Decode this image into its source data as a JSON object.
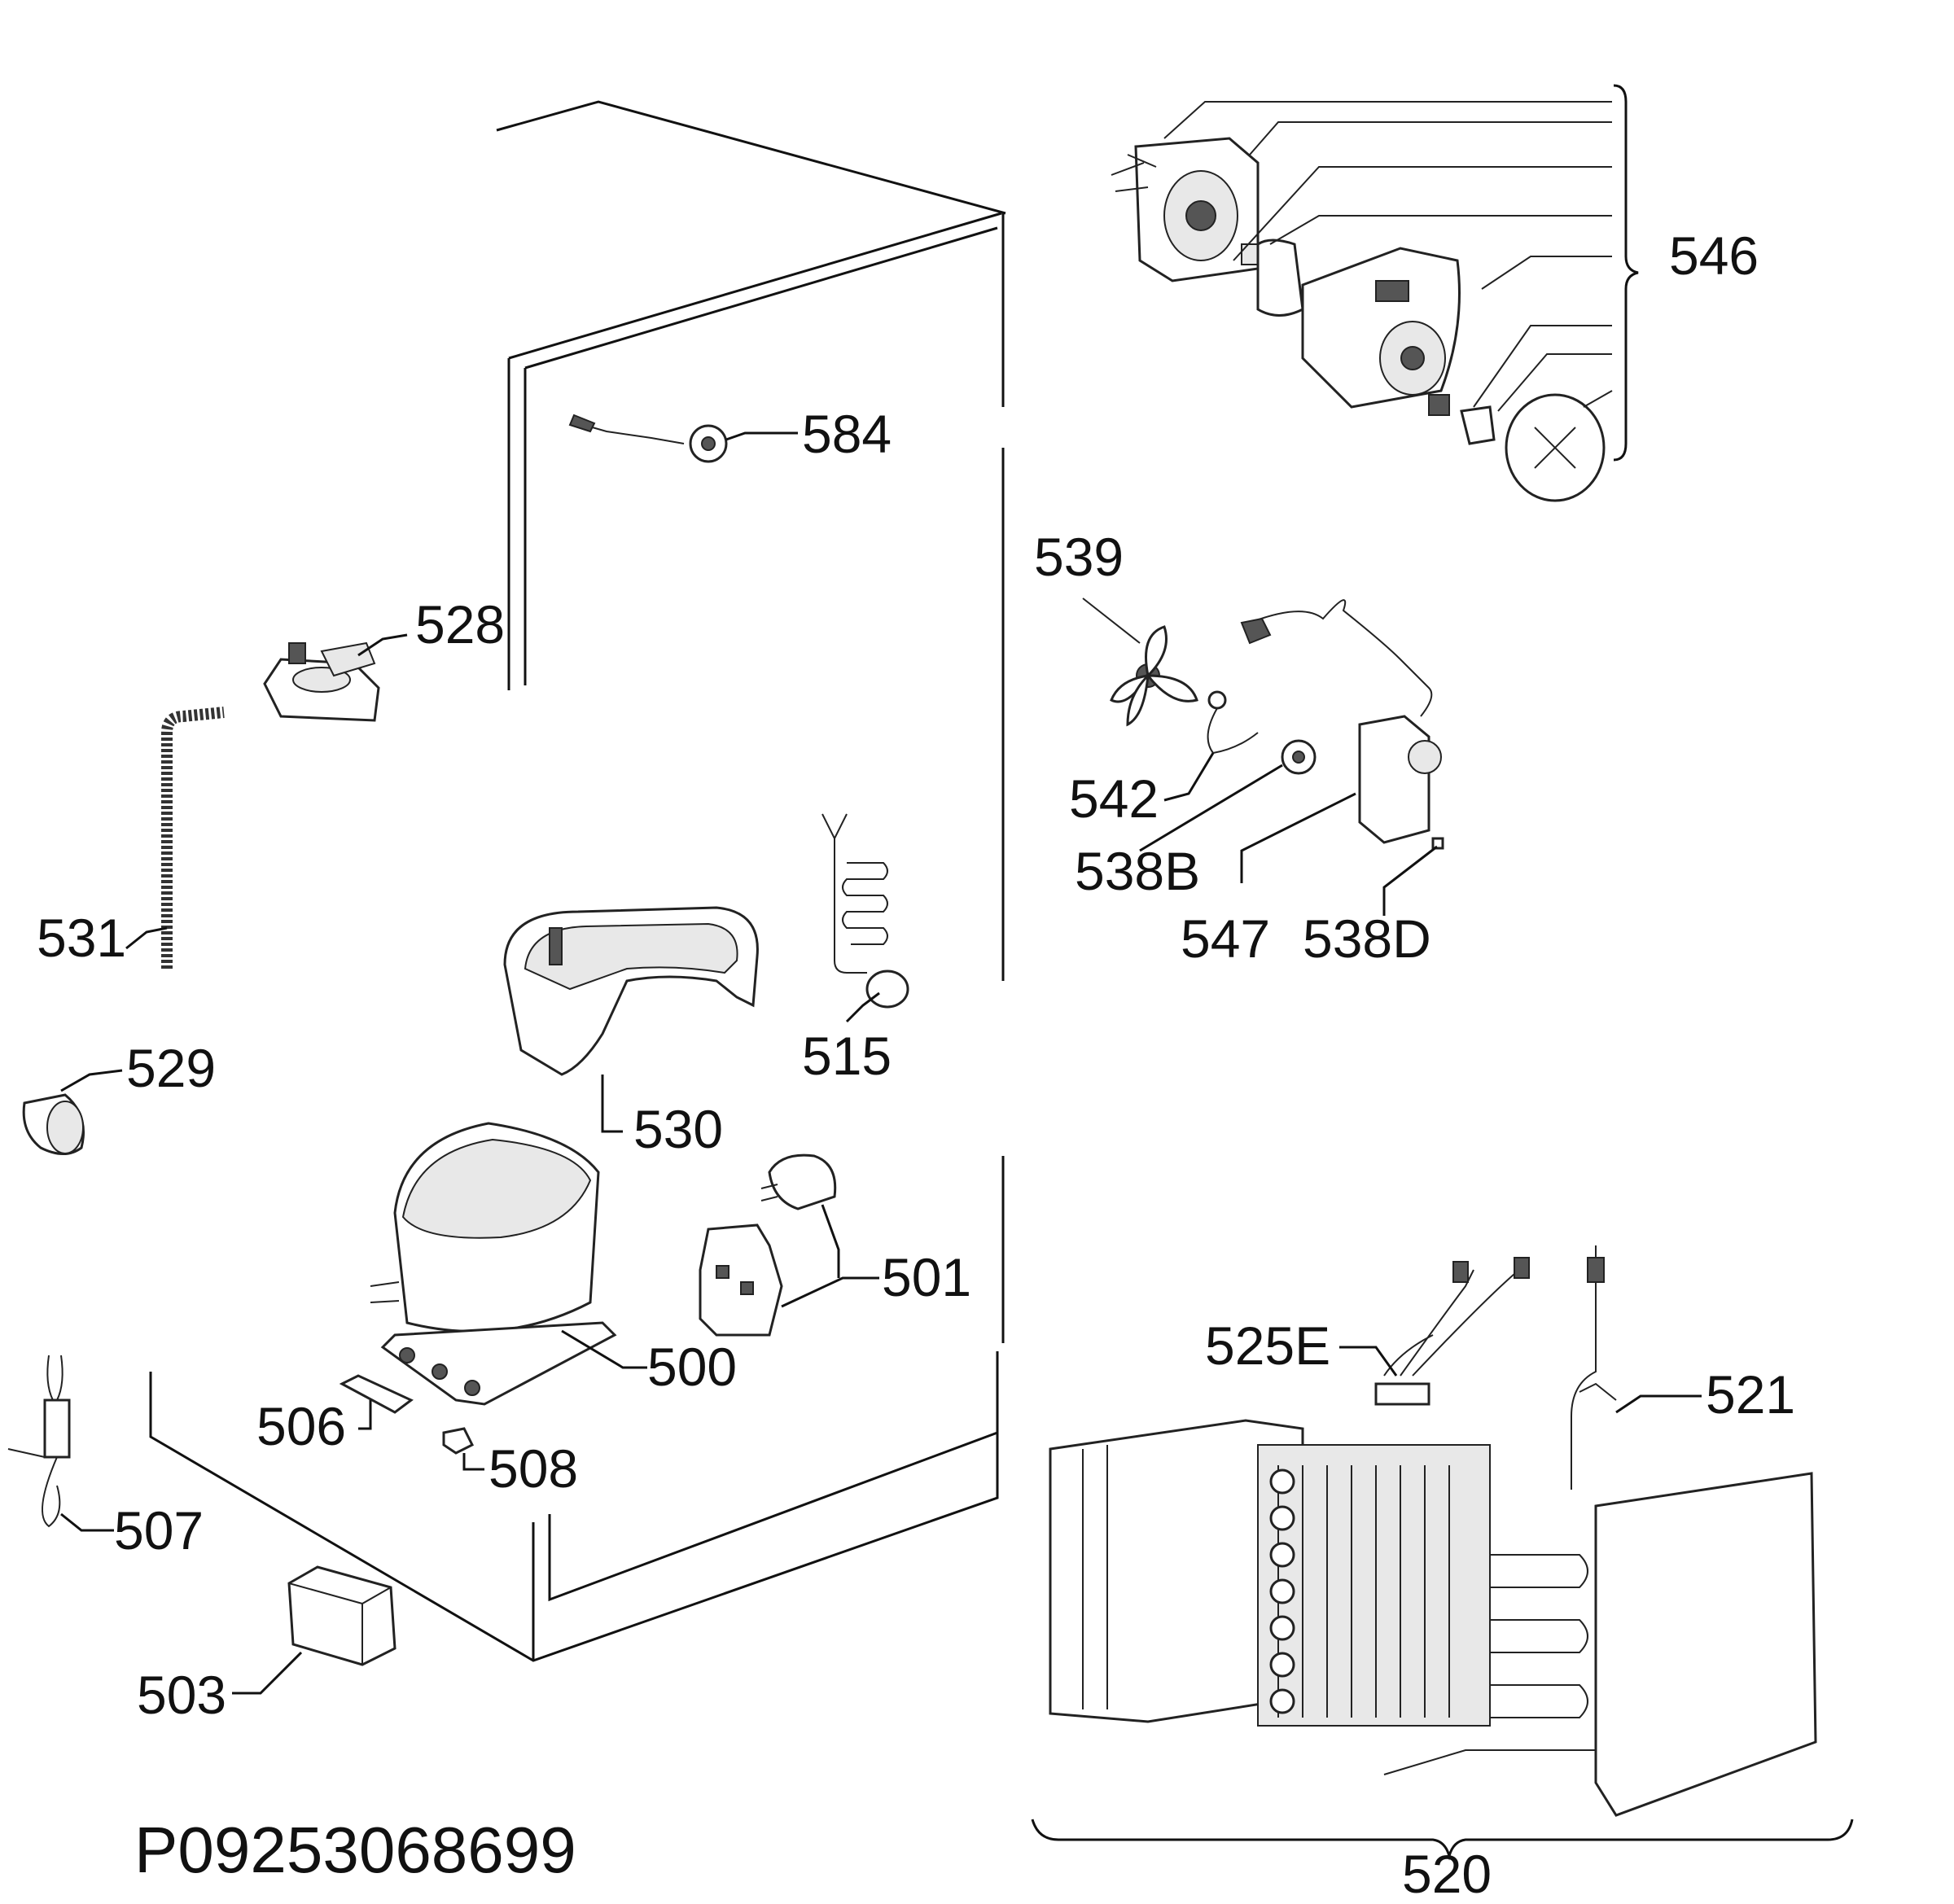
{
  "labels": {
    "l546": "546",
    "l584": "584",
    "l539": "539",
    "l528": "528",
    "l531": "531",
    "l542": "542",
    "l538B": "538B",
    "l547": "547",
    "l538D": "538D",
    "l515": "515",
    "l529": "529",
    "l530": "530",
    "l501": "501",
    "l500": "500",
    "l525E": "525E",
    "l521": "521",
    "l506": "506",
    "l508": "508",
    "l507": "507",
    "l503": "503",
    "l520": "520"
  },
  "diagram_code": "P09253068699"
}
